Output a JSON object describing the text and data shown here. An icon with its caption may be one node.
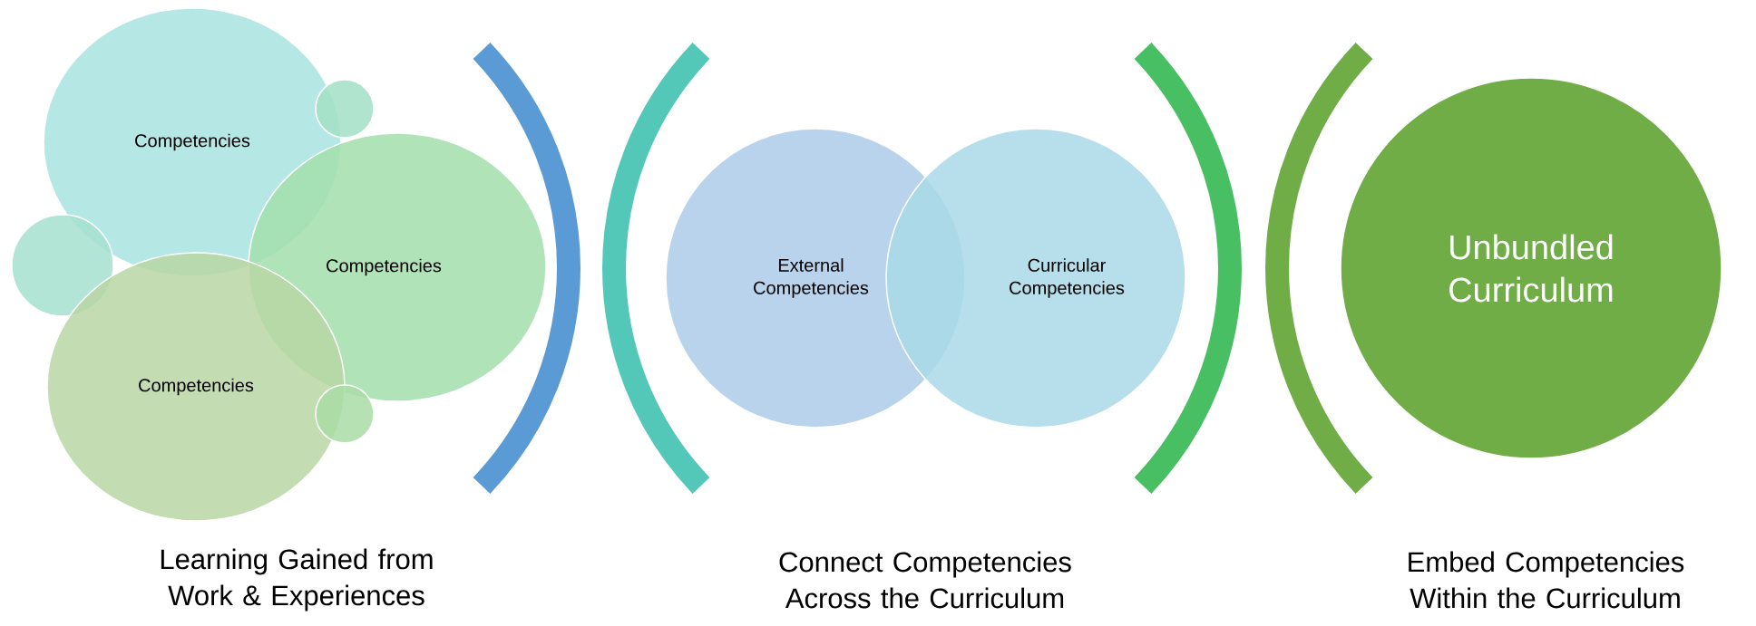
{
  "diagram": {
    "nodes": [
      {
        "text": [
          "Competencies"
        ]
      },
      {
        "text": [],
        "shape": "circle"
      },
      {
        "text": [
          "Competencies"
        ]
      },
      {
        "text": [],
        "shape": "circle"
      },
      {
        "text": [
          "Competencies"
        ]
      },
      {
        "text": [],
        "shape": "circle"
      },
      {
        "text": [
          "External Competencies"
        ]
      },
      {
        "text": [
          "Curricular Competencies"
        ]
      },
      {
        "text": [
          "Unbundled Curriculum"
        ]
      }
    ],
    "labels": [
      "Learning Gained from Work & Experiences",
      "Connect Competencies Across the Curriculum",
      "Embed Competencies Within the Curriculum"
    ]
  }
}
